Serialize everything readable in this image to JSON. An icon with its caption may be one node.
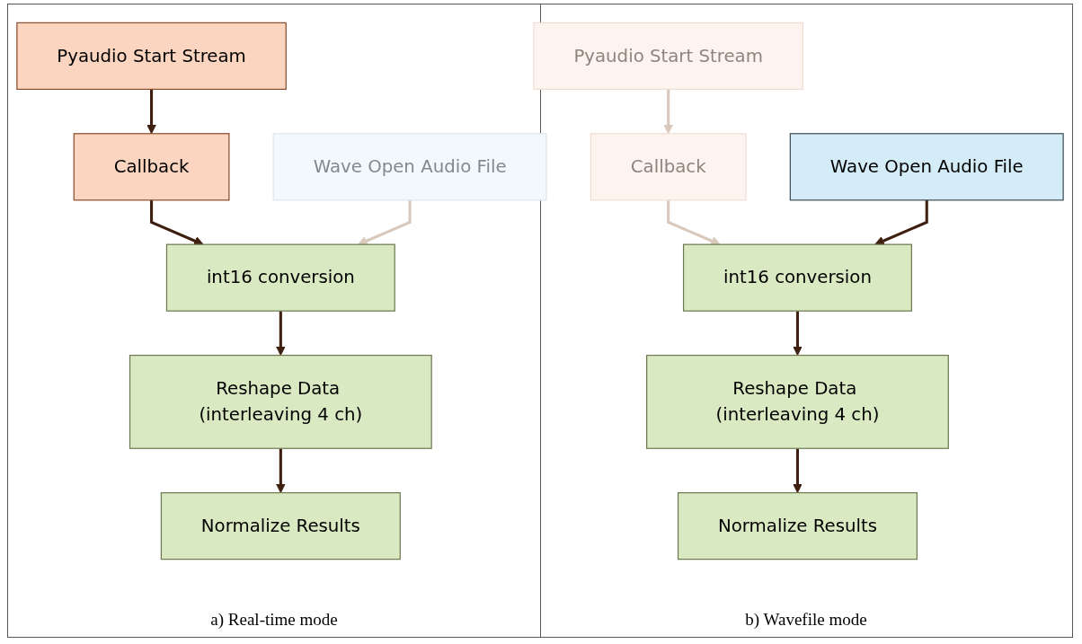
{
  "diagram": {
    "nodes": [
      {
        "text": [
          "Pyaudio Start Stream"
        ]
      },
      {
        "text": [
          "Callback"
        ]
      },
      {
        "text": [
          "Wave Open Audio File"
        ]
      },
      {
        "text": [
          "int16 conversion"
        ]
      },
      {
        "text": [
          "Reshape Data (interleaving 4 ch)"
        ]
      },
      {
        "text": [
          "Normalize Results"
        ]
      },
      {
        "text": [
          "Pyaudio Start Stream"
        ]
      },
      {
        "text": [
          "Callback"
        ]
      },
      {
        "text": [
          "Wave Open Audio File"
        ]
      },
      {
        "text": [
          "int16 conversion"
        ]
      },
      {
        "text": [
          "Reshape Data (interleaving 4 ch)"
        ]
      },
      {
        "text": [
          "Normalize Results"
        ]
      }
    ],
    "edges": [
      {
        "from": 0,
        "to": 1,
        "arrow": "to"
      },
      {
        "from": 1,
        "to": 3,
        "arrow": "to"
      },
      {
        "from": 2,
        "to": 3,
        "arrow": "to",
        "color": "#d9c9bd"
      },
      {
        "from": 3,
        "to": 4,
        "arrow": "to"
      },
      {
        "from": 4,
        "to": 5,
        "arrow": "to"
      },
      {
        "from": 6,
        "to": 7,
        "arrow": "to",
        "color": "#d9c9bd"
      },
      {
        "from": 7,
        "to": 9,
        "arrow": "to",
        "color": "#d9c9bd"
      },
      {
        "from": 8,
        "to": 9,
        "arrow": "to"
      },
      {
        "from": 9,
        "to": 10,
        "arrow": "to"
      },
      {
        "from": 10,
        "to": 11,
        "arrow": "to"
      }
    ],
    "labels": [
      "a) Real-time mode",
      "b) Wavefile mode"
    ]
  }
}
